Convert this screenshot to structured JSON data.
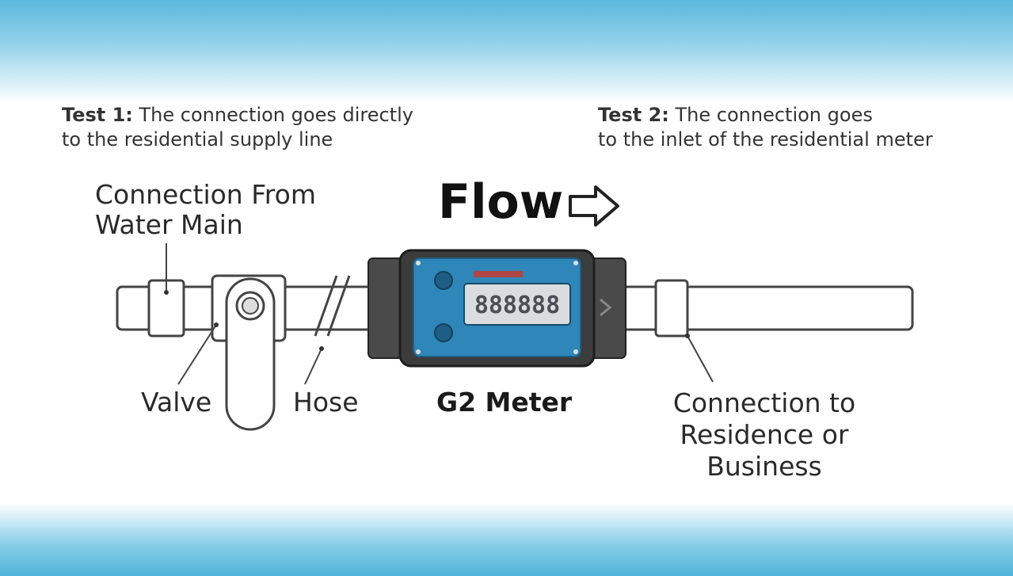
{
  "test1": {
    "heading": "Test 1:",
    "text_line1": "The connection goes directly",
    "text_line2": "to the residential supply line"
  },
  "test2": {
    "heading": "Test 2:",
    "text_line1": "The connection goes",
    "text_line2": "to the inlet of the residential meter"
  },
  "flow_label": "Flow",
  "labels": {
    "water_main_line1": "Connection From",
    "water_main_line2": "Water Main",
    "valve": "Valve",
    "hose": "Hose",
    "meter": "G2 Meter",
    "residence_line1": "Connection to",
    "residence_line2": "Residence or",
    "residence_line3": "Business"
  },
  "meter_display": "888888",
  "colors": {
    "band": "#5bb8dd",
    "meter_face": "#2f86b8",
    "meter_body": "#4a4a4a"
  },
  "icons": [
    "flow-arrow-icon"
  ]
}
